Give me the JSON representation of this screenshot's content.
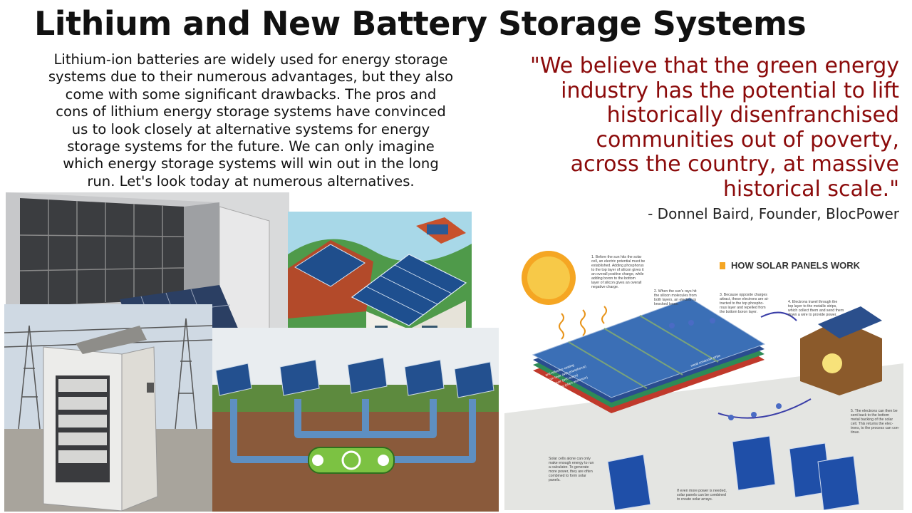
{
  "page": {
    "title": "Lithium and New Battery Storage Systems",
    "intro_lines": [
      "Lithium-ion batteries are widely used for energy storage",
      "systems due to their numerous advantages, but they also",
      "come with some significant drawbacks. The pros and",
      "cons of lithium energy storage systems have convinced",
      "us to look closely at alternative systems for energy",
      "storage systems for the future. We can only imagine",
      "which energy storage systems will win out in the long",
      "run. Let's look today at numerous alternatives."
    ],
    "quote_lines": [
      "\"We believe that the green energy",
      "industry has the potential to lift",
      "historically disenfranchised",
      "communities out of poverty,",
      "across the country, at massive",
      "historical scale.\""
    ],
    "attribution": "- Donnel Baird, Founder, BlocPower"
  },
  "infographic": {
    "heading": "HOW SOLAR PANELS WORK",
    "step1": [
      "1. Before the sun hits the solar",
      "cell, an electric potential must be",
      "established. Adding phosphorus",
      "to the top layer of silicon gives it",
      "an overall positive charge, while",
      "adding boron to the bottom",
      "layer of silicon gives an overall",
      "negative charge."
    ],
    "step2": [
      "2. When the sun's rays hit",
      "the silicon molecules from",
      "both layers, an electron is",
      "knocked loose."
    ],
    "step3": [
      "3. Because opposite charges",
      "attract, these electrons are at-",
      "tracted to the top phospho-",
      "rous layer and repelled from",
      "the bottom boron layer."
    ],
    "step4": [
      "4. Electrons travel through the",
      "top layer to the metallic strips,",
      "which collect them and send them",
      "down a wire to provide power."
    ],
    "step5": [
      "5. The electrons can then be",
      "sent back to the bottom",
      "metal backing of the solar",
      "cell. This returns the elec-",
      "trons, to the process can con-",
      "tinue."
    ],
    "note1": [
      "Solar cells alone can only",
      "make enough energy to run",
      "a calculator. To generate",
      "more power, they are often",
      "combined to form solar",
      "panels."
    ],
    "note2": [
      "If even more power is needed,",
      "solar panels can be combined",
      "to create solar arrays."
    ],
    "layer_labels": [
      "anti-reflective coating",
      "silicon layer (with phosphorus)",
      "silicon layer (with boron)",
      "metal backing (often aluminum)"
    ],
    "strip_label": "metal conductor strips"
  },
  "colors": {
    "quote": "#8b0a0a",
    "title": "#111111",
    "panel_blue": "#1f4e8c",
    "battery_green": "#7cc242"
  }
}
